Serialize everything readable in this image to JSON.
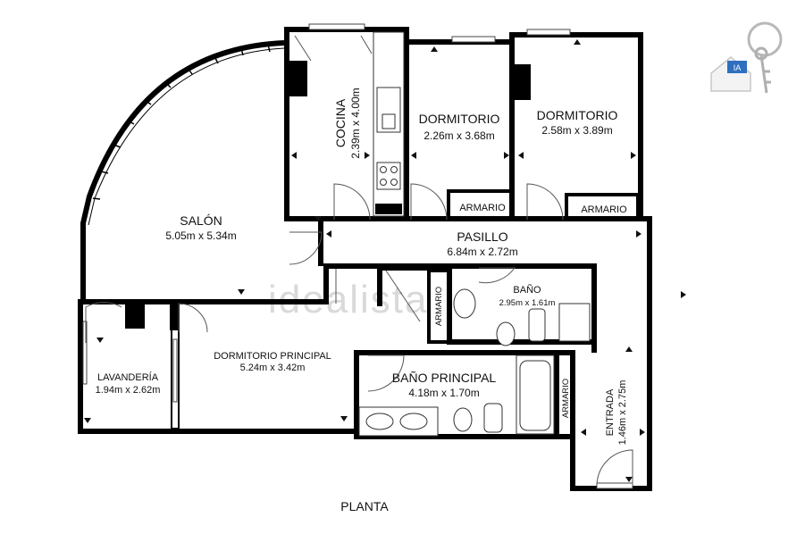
{
  "plan_label": "PLANTA",
  "watermark": "idealista",
  "rooms": {
    "salon": {
      "name": "SALÓN",
      "dims": "5.05m x 5.34m"
    },
    "cocina": {
      "name": "COCINA",
      "dims": "2.39m x 4.00m"
    },
    "dormitorio1": {
      "name": "DORMITORIO",
      "dims": "2.26m x 3.68m"
    },
    "dormitorio2": {
      "name": "DORMITORIO",
      "dims": "2.58m x 3.89m"
    },
    "armario1": {
      "name": "ARMARIO"
    },
    "armario2": {
      "name": "ARMARIO"
    },
    "pasillo": {
      "name": "PASILLO",
      "dims": "6.84m x 2.72m"
    },
    "armario3": {
      "name": "ARMARIO"
    },
    "bano": {
      "name": "BAÑO",
      "dims": "2.95m x 1.61m"
    },
    "lavanderia": {
      "name": "LAVANDERÍA",
      "dims": "1.94m x 2.62m"
    },
    "dormitorio_principal": {
      "name": "DORMITORIO PRINCIPAL",
      "dims": "5.24m x 3.42m"
    },
    "bano_principal": {
      "name": "BAÑO PRINCIPAL",
      "dims": "4.18m x 1.70m"
    },
    "armario4": {
      "name": "ARMARIO"
    },
    "entrada": {
      "name": "ENTRADA",
      "dims": "1.46m x 2.75m"
    }
  },
  "logo": {
    "icon": "house-key-logo-icon",
    "text": "IA"
  },
  "colors": {
    "wall": "#000000",
    "background": "#ffffff",
    "watermark": "#d9d9d9",
    "logo_blue": "#2f6fc0"
  }
}
